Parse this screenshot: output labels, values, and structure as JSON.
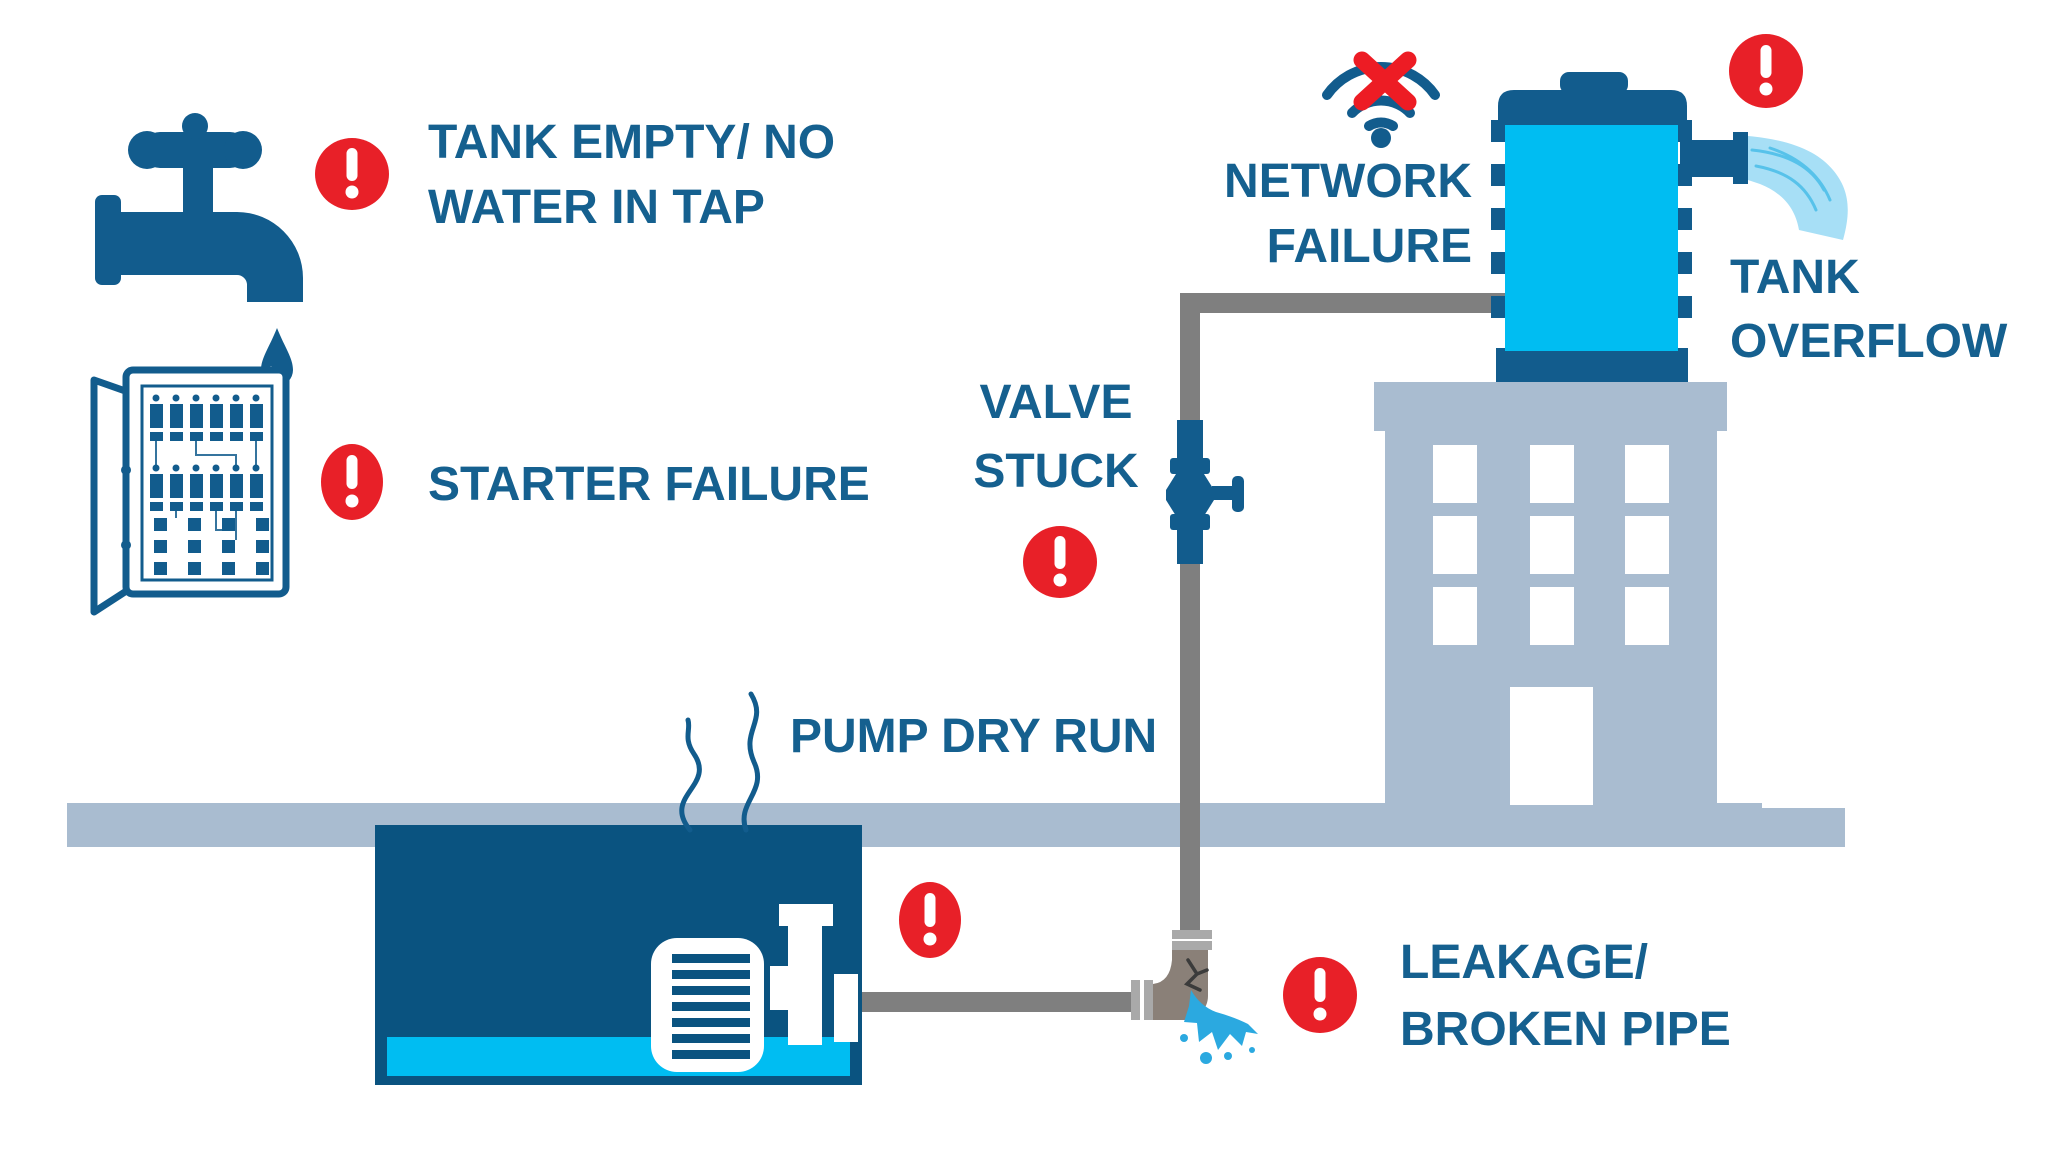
{
  "palette": {
    "icon_blue": "#125C8D",
    "text_blue": "#15608F",
    "alert_red": "#E82028",
    "water_cyan": "#00BDF2",
    "pump_navy": "#0A5380",
    "pipe_gray": "#7F7F7F",
    "collar_gray": "#A9A9A9",
    "elbow_gray": "#8A8078",
    "structure_gray": "#A9BCD0",
    "splash_blue": "#2BA9E0",
    "light_water": "#A7DFF6"
  },
  "labels": {
    "tank_empty_line1": "TANK EMPTY/ NO",
    "tank_empty_line2": "WATER IN TAP",
    "starter_failure": "STARTER FAILURE",
    "valve_line1": "VALVE",
    "valve_line2": "STUCK",
    "network_line1": "NETWORK",
    "network_line2": "FAILURE",
    "pump_dry_run": "PUMP DRY RUN",
    "overflow_line1": "TANK",
    "overflow_line2": "OVERFLOW",
    "leakage_line1": "LEAKAGE/",
    "leakage_line2": "BROKEN PIPE"
  },
  "icons": {
    "tap": "dripping-faucet-icon",
    "starter_panel": "electrical-starter-panel-icon",
    "wifi_off": "wifi-disconnected-icon",
    "alert": "red-exclamation-alert-icon",
    "valve": "pipe-valve-icon",
    "pump": "water-pump-icon",
    "tank": "rooftop-water-tank-icon",
    "building": "building-icon",
    "leak": "broken-pipe-leak-icon",
    "overflow_water": "overflow-water-jet-icon",
    "smoke": "smoke-wisps-icon"
  }
}
